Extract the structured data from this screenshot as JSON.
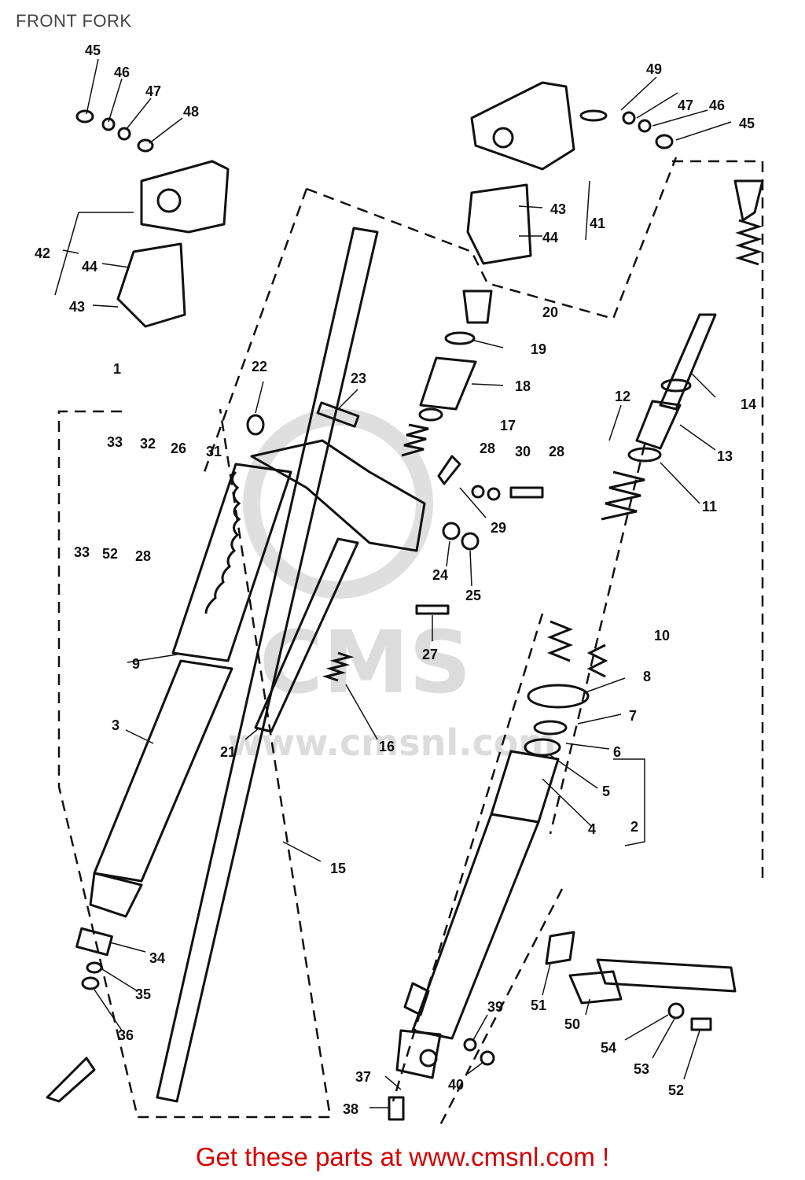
{
  "page": {
    "title": "FRONT FORK",
    "footer": "Get these parts at www.cmsnl.com !"
  },
  "watermark": {
    "brand": "CMS",
    "url": "www.cmsnl.com"
  },
  "labels": {
    "p1": "1",
    "p2": "2",
    "p3": "3",
    "p4": "4",
    "p5": "5",
    "p6": "6",
    "p7": "7",
    "p8": "8",
    "p9": "9",
    "p10": "10",
    "p11": "11",
    "p12": "12",
    "p13": "13",
    "p14": "14",
    "p15": "15",
    "p16": "16",
    "p17": "17",
    "p18": "18",
    "p19": "19",
    "p20": "20",
    "p21": "21",
    "p22": "22",
    "p23": "23",
    "p24": "24",
    "p25": "25",
    "p26": "26",
    "p27": "27",
    "p28": "28",
    "p29": "29",
    "p30": "30",
    "p31": "31",
    "p32": "32",
    "p33": "33",
    "p34": "34",
    "p35": "35",
    "p36": "36",
    "p37": "37",
    "p38": "38",
    "p39": "39",
    "p40": "40",
    "p41": "41",
    "p42": "42",
    "p43": "43",
    "p44": "44",
    "p45": "45",
    "p46": "46",
    "p47": "47",
    "p48": "48",
    "p49": "49",
    "p50": "50",
    "p51": "51",
    "p52": "52",
    "p53": "53",
    "p54": "54"
  }
}
